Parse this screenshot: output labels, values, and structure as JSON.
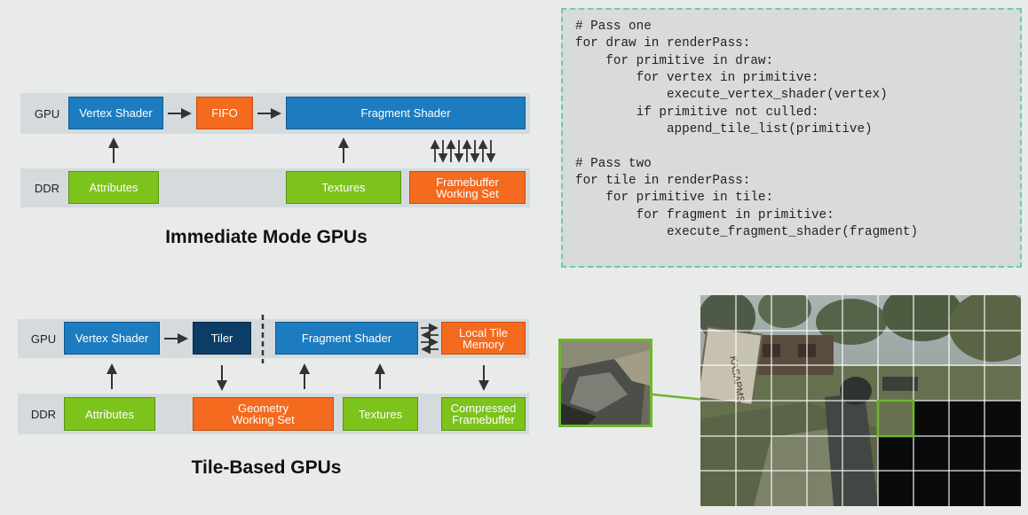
{
  "immediate": {
    "title": "Immediate Mode GPUs",
    "gpu_label": "GPU",
    "ddr_label": "DDR",
    "vertex_shader": "Vertex Shader",
    "fifo": "FIFO",
    "fragment_shader": "Fragment Shader",
    "attributes": "Attributes",
    "textures": "Textures",
    "framebuffer_line1": "Framebuffer",
    "framebuffer_line2": "Working Set"
  },
  "tiled": {
    "title": "Tile-Based GPUs",
    "gpu_label": "GPU",
    "ddr_label": "DDR",
    "vertex_shader": "Vertex Shader",
    "tiler": "Tiler",
    "fragment_shader": "Fragment Shader",
    "local_tile_line1": "Local Tile",
    "local_tile_line2": "Memory",
    "attributes": "Attributes",
    "geometry_line1": "Geometry",
    "geometry_line2": "Working Set",
    "textures": "Textures",
    "compressed_line1": "Compressed",
    "compressed_line2": "Framebuffer"
  },
  "code": {
    "lines": [
      "# Pass one",
      "for draw in renderPass:",
      "    for primitive in draw:",
      "        for vertex in primitive:",
      "            execute_vertex_shader(vertex)",
      "        if primitive not culled:",
      "            append_tile_list(primitive)",
      "",
      "# Pass two",
      "for tile in renderPass:",
      "    for primitive in tile:",
      "        for fragment in primitive:",
      "            execute_fragment_shader(fragment)"
    ]
  },
  "scene": {
    "sign_text": "KASAPMS",
    "grid_columns": 9,
    "grid_rows": 6,
    "dark_tiles": "rendered tiles shown, remaining tiles black"
  },
  "colors": {
    "blue": "#1c7cbf",
    "navy": "#0c3d66",
    "orange": "#f46a1f",
    "green": "#7cc31c",
    "highlight": "#6fb52b",
    "code_border": "#6cc8bd"
  }
}
